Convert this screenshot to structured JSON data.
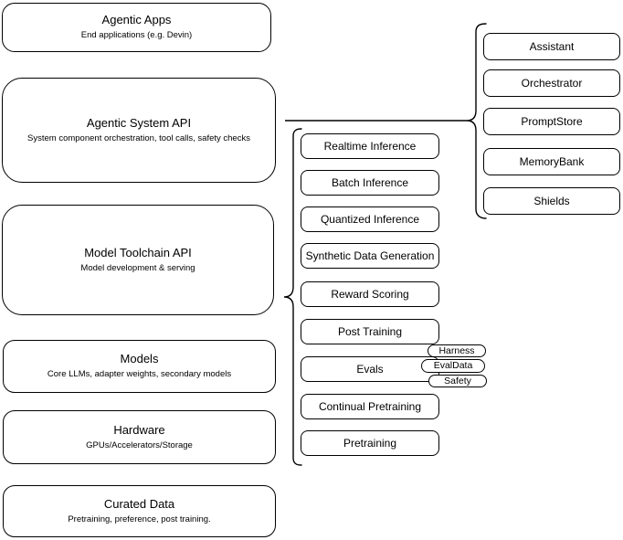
{
  "diagram": {
    "stack": [
      {
        "title": "Agentic Apps",
        "subtitle": "End applications (e.g. Devin)"
      },
      {
        "title": "Agentic System API",
        "subtitle": "System component orchestration, tool calls, safety checks"
      },
      {
        "title": "Model Toolchain API",
        "subtitle": "Model development & serving"
      },
      {
        "title": "Models",
        "subtitle": "Core LLMs, adapter weights, secondary models"
      },
      {
        "title": "Hardware",
        "subtitle": "GPUs/Accelerators/Storage"
      },
      {
        "title": "Curated Data",
        "subtitle": "Pretraining, preference, post training."
      }
    ],
    "toolchain_api_items": [
      "Realtime Inference",
      "Batch Inference",
      "Quantized Inference",
      "Synthetic Data Generation",
      "Reward Scoring",
      "Post Training",
      "Evals",
      "Continual Pretraining",
      "Pretraining"
    ],
    "evals_components": [
      "Harness",
      "EvalData",
      "Safety"
    ],
    "system_api_items": [
      "Assistant",
      "Orchestrator",
      "PromptStore",
      "MemoryBank",
      "Shields"
    ],
    "colors": {
      "stroke": "#000000",
      "background": "#ffffff"
    }
  }
}
